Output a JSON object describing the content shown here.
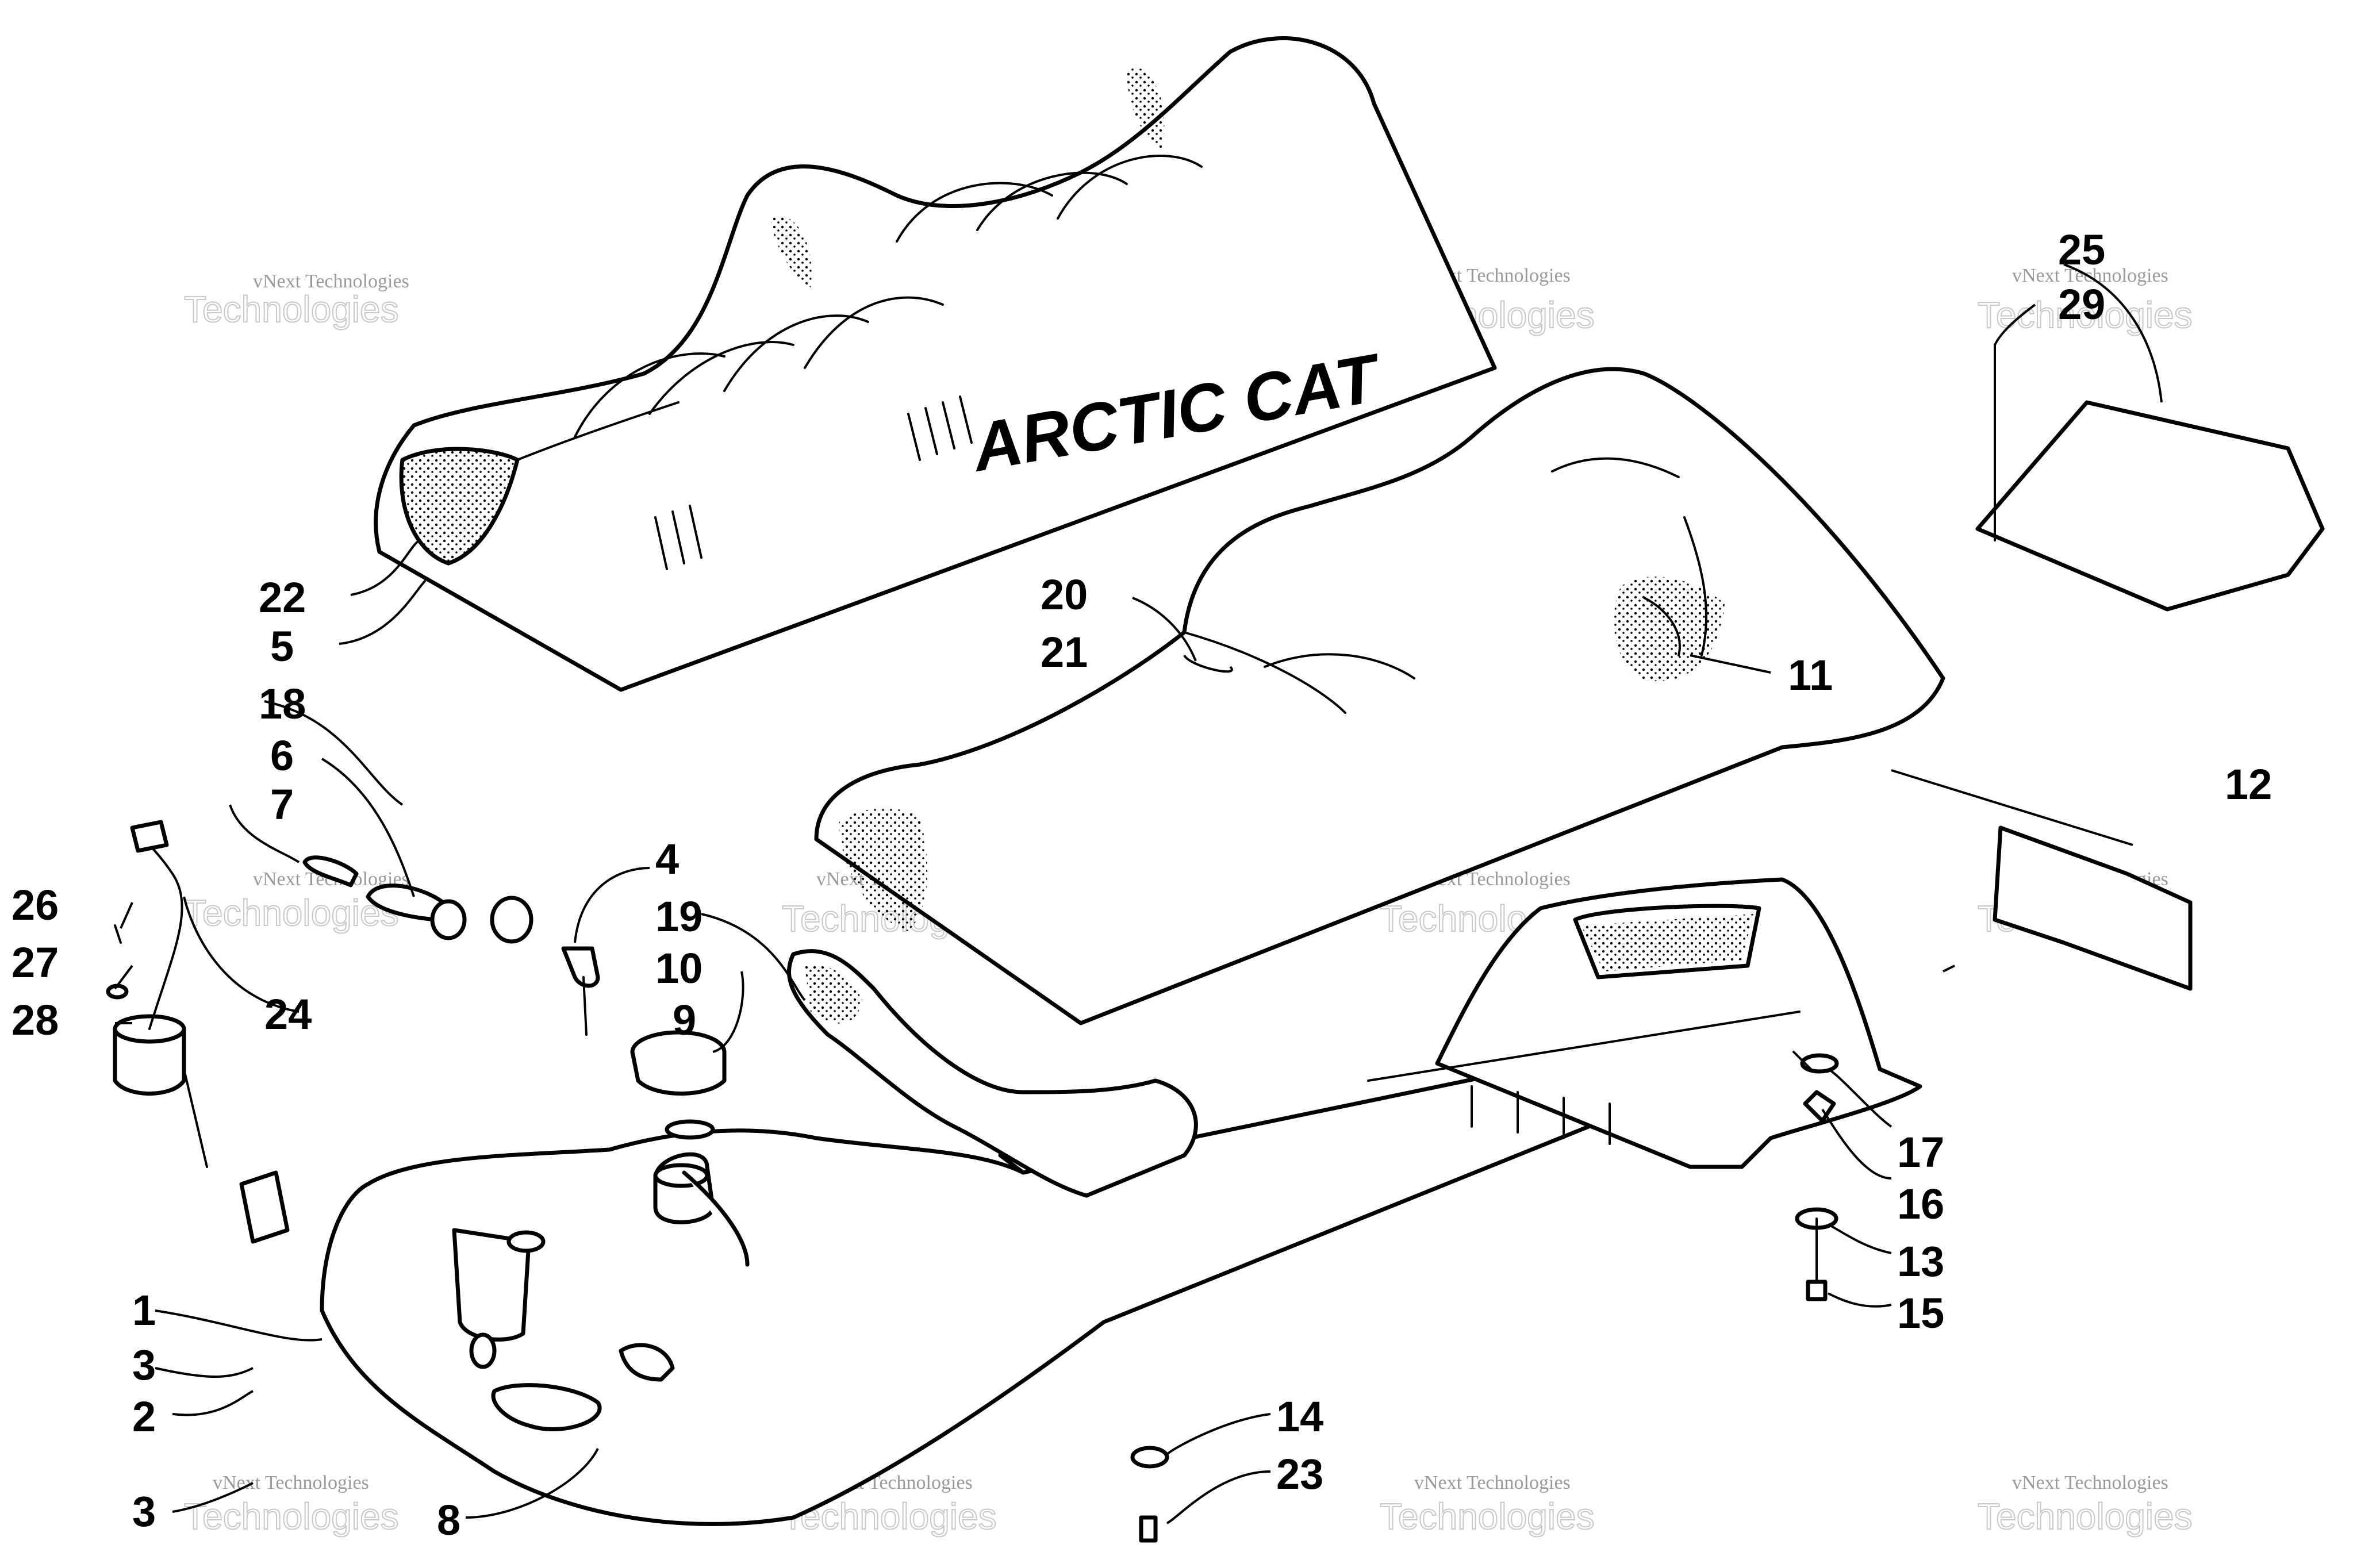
{
  "diagram": {
    "brand_text": "ARCTIC CAT",
    "watermark_small": "vNext Technologies",
    "watermark_large": "Technologies",
    "callouts": [
      {
        "id": "c1",
        "label": "1"
      },
      {
        "id": "c2",
        "label": "2"
      },
      {
        "id": "c3a",
        "label": "3"
      },
      {
        "id": "c3b",
        "label": "3"
      },
      {
        "id": "c4",
        "label": "4"
      },
      {
        "id": "c5",
        "label": "5"
      },
      {
        "id": "c6",
        "label": "6"
      },
      {
        "id": "c7",
        "label": "7"
      },
      {
        "id": "c8",
        "label": "8"
      },
      {
        "id": "c9",
        "label": "9"
      },
      {
        "id": "c10",
        "label": "10"
      },
      {
        "id": "c11",
        "label": "11"
      },
      {
        "id": "c12",
        "label": "12"
      },
      {
        "id": "c13",
        "label": "13"
      },
      {
        "id": "c14",
        "label": "14"
      },
      {
        "id": "c15",
        "label": "15"
      },
      {
        "id": "c16",
        "label": "16"
      },
      {
        "id": "c17",
        "label": "17"
      },
      {
        "id": "c18",
        "label": "18"
      },
      {
        "id": "c19",
        "label": "19"
      },
      {
        "id": "c20",
        "label": "20"
      },
      {
        "id": "c21",
        "label": "21"
      },
      {
        "id": "c22",
        "label": "22"
      },
      {
        "id": "c23",
        "label": "23"
      },
      {
        "id": "c24",
        "label": "24"
      },
      {
        "id": "c25",
        "label": "25"
      },
      {
        "id": "c26",
        "label": "26"
      },
      {
        "id": "c27",
        "label": "27"
      },
      {
        "id": "c28",
        "label": "28"
      },
      {
        "id": "c29",
        "label": "29"
      }
    ]
  }
}
